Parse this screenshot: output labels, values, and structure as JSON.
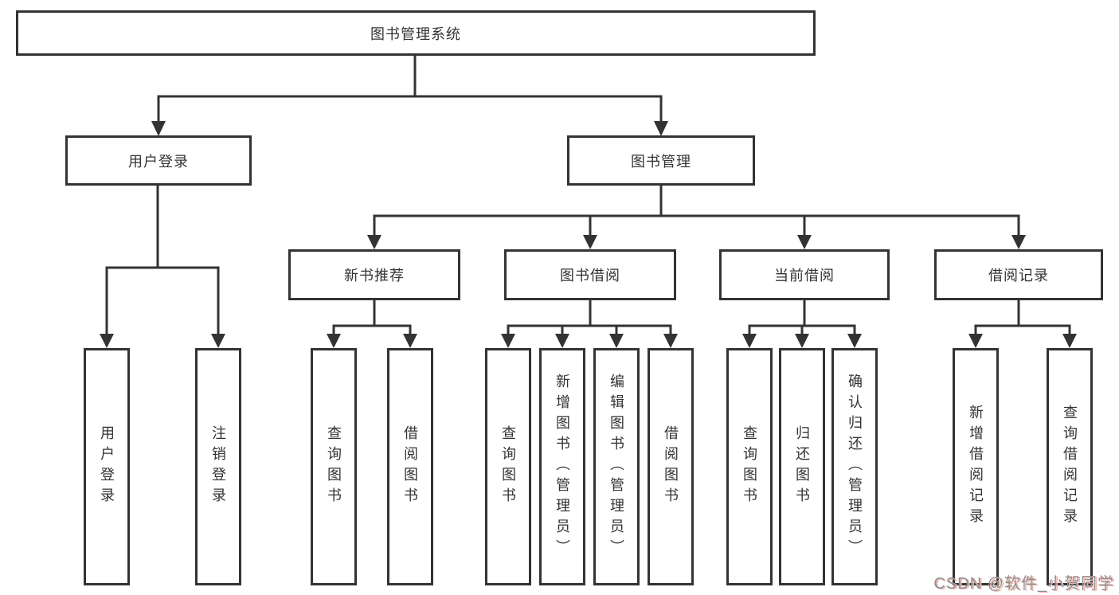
{
  "diagram": {
    "title": "图书管理系统",
    "level2": [
      {
        "label": "用户登录"
      },
      {
        "label": "图书管理"
      }
    ],
    "level3": [
      {
        "label": "新书推荐"
      },
      {
        "label": "图书借阅"
      },
      {
        "label": "当前借阅"
      },
      {
        "label": "借阅记录"
      }
    ],
    "leaves": [
      {
        "label": "用户登录"
      },
      {
        "label": "注销登录"
      },
      {
        "label": "查询图书"
      },
      {
        "label": "借阅图书"
      },
      {
        "label": "查询图书"
      },
      {
        "label": "新增图书（管理员）"
      },
      {
        "label": "编辑图书（管理员）"
      },
      {
        "label": "借阅图书"
      },
      {
        "label": "查询图书"
      },
      {
        "label": "归还图书"
      },
      {
        "label": "确认归还（管理员）"
      },
      {
        "label": "新增借阅记录"
      },
      {
        "label": "查询借阅记录"
      }
    ],
    "colors": {
      "line": "#333333",
      "box_border": "#333333",
      "text": "#333333",
      "background": "#ffffff"
    }
  },
  "watermark": {
    "text": "CSDN @软件_小贺同学",
    "text_color": "#8f8f8f",
    "shadow_color": "#f0b4ac"
  }
}
